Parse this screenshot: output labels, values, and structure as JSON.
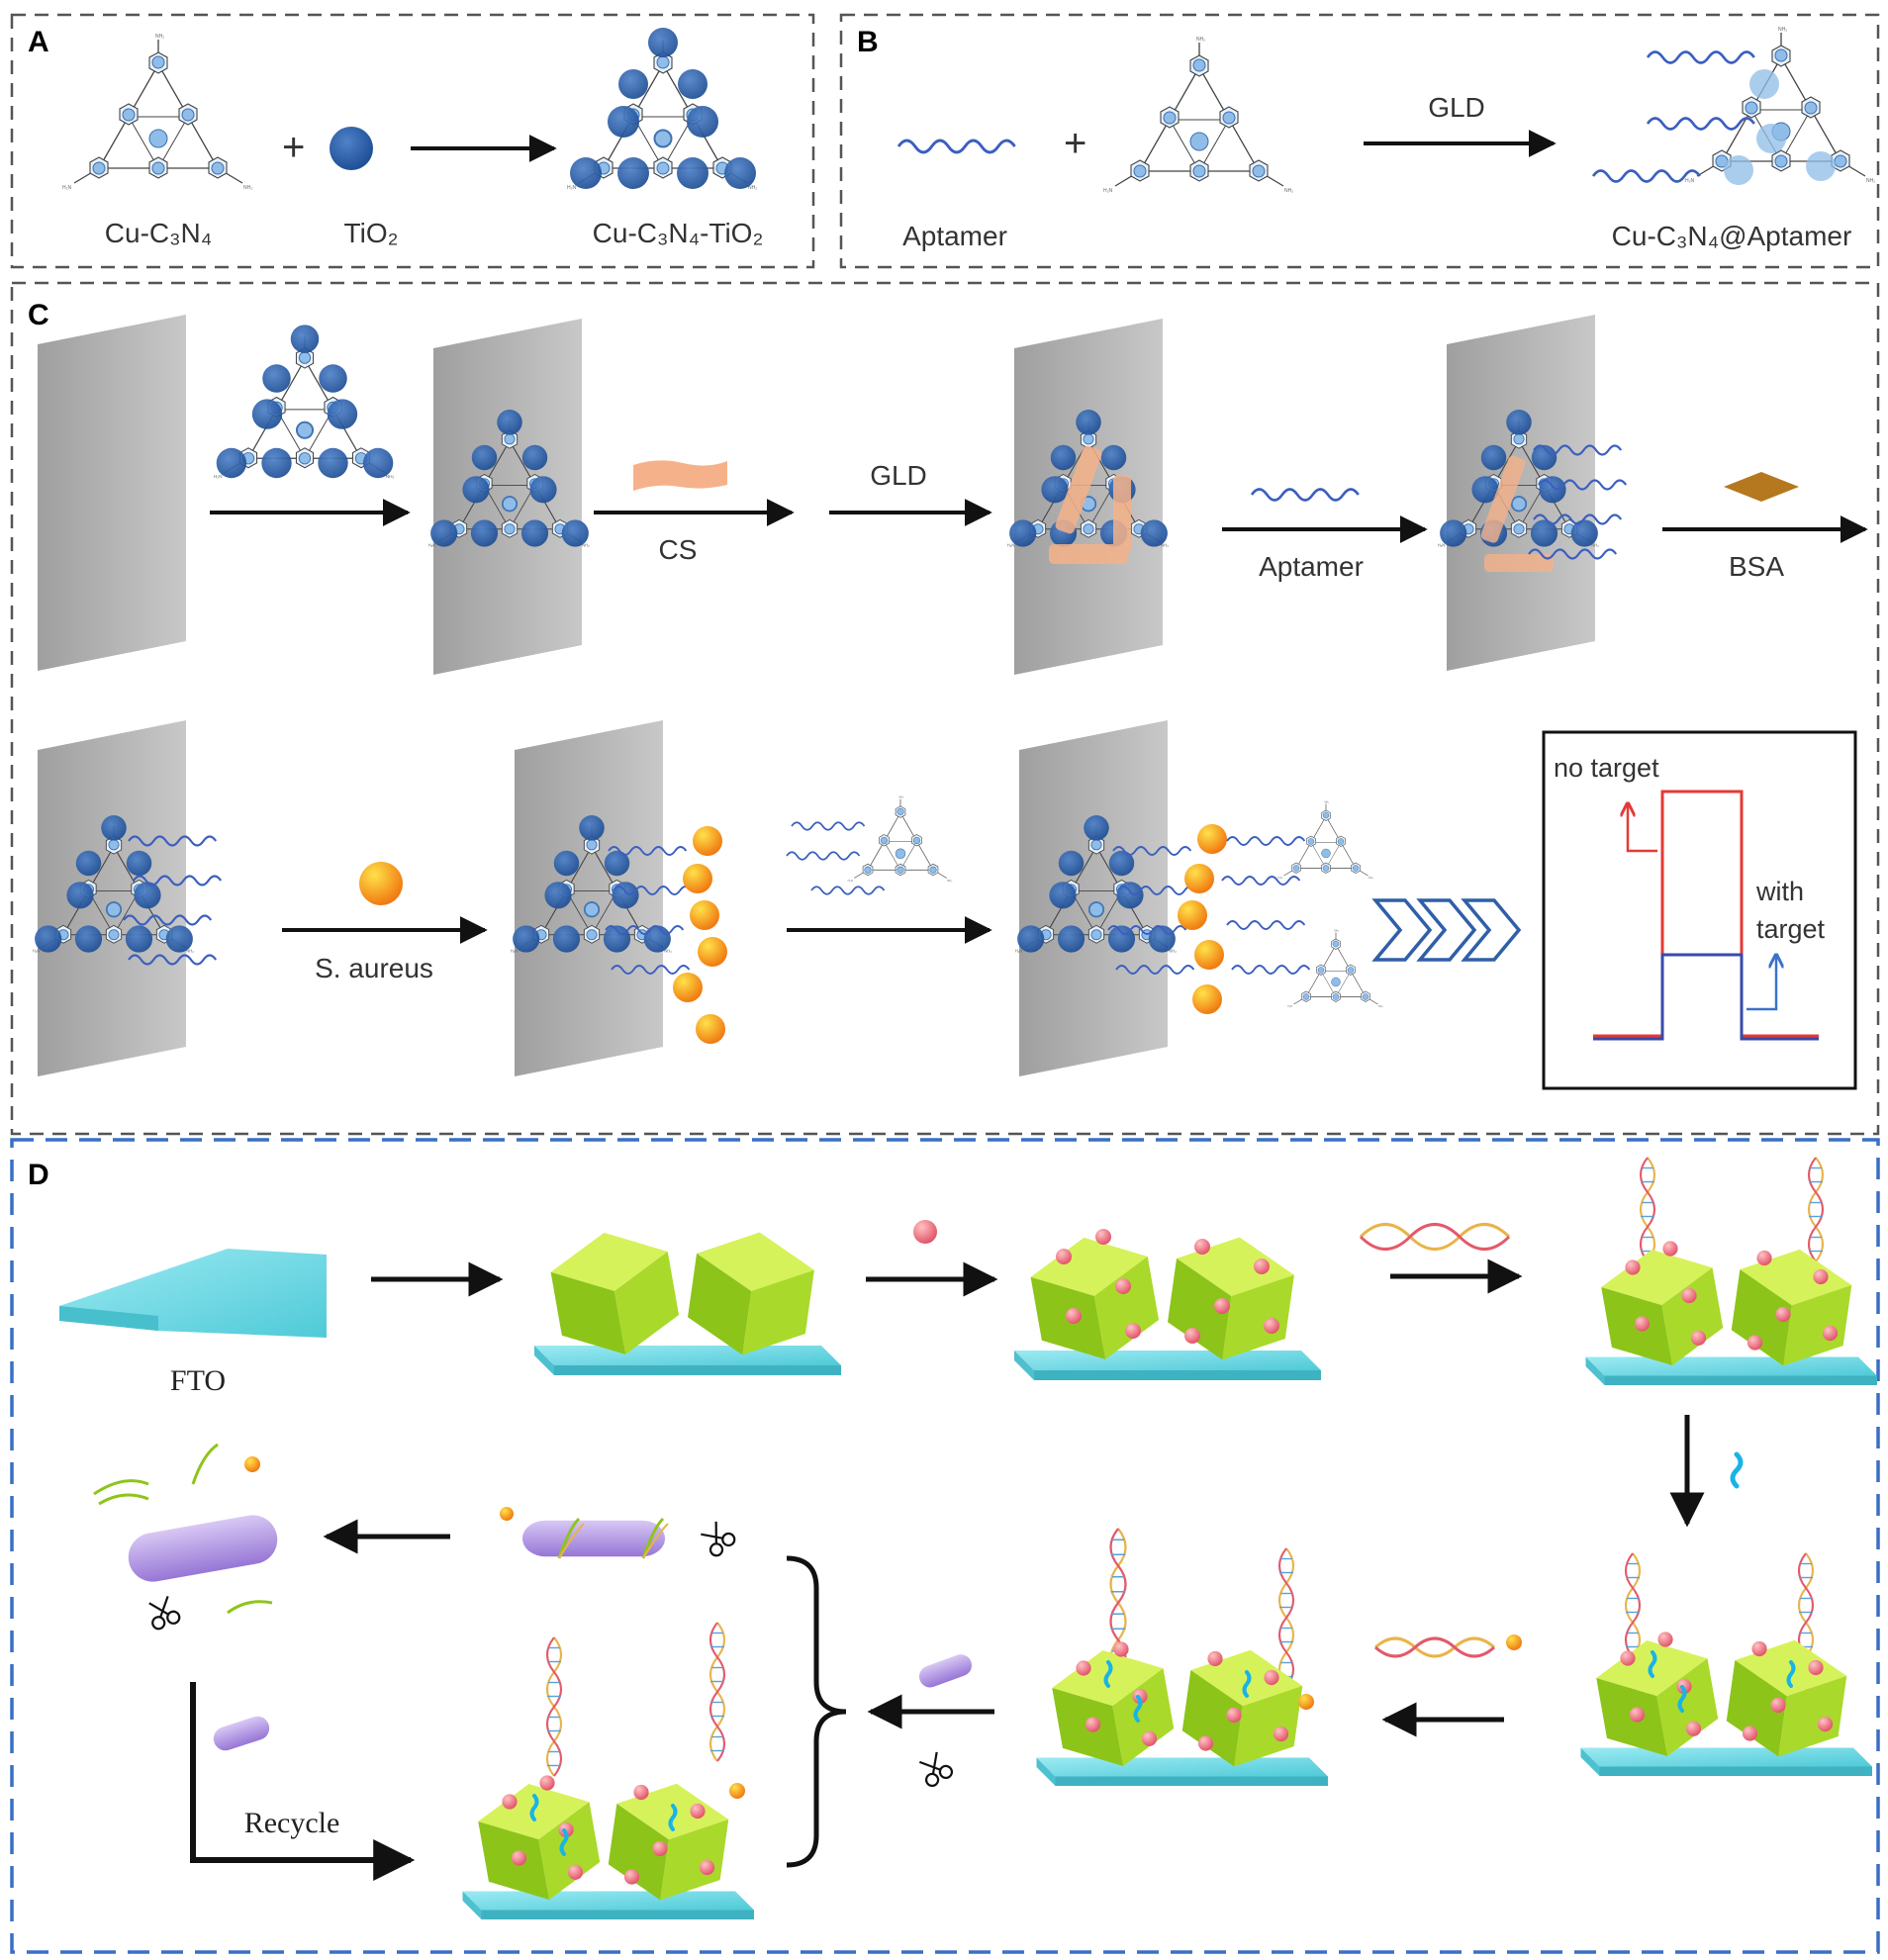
{
  "panels": {
    "a": {
      "letter": "A",
      "reactant_1": "Cu-C₃N₄",
      "reactant_2": "TiO₂",
      "product": "Cu-C₃N₄-TiO₂"
    },
    "b": {
      "letter": "B",
      "reactant_1": "Aptamer",
      "arrow_label": "GLD",
      "product": "Cu-C₃N₄@Aptamer"
    },
    "c": {
      "letter": "C",
      "step_cs": "CS",
      "step_gld": "GLD",
      "step_aptamer": "Aptamer",
      "step_bsa": "BSA",
      "step_target": "S. aureus",
      "signal": {
        "no_target": "no target",
        "with_line1": "with",
        "with_line2": "target"
      }
    },
    "d": {
      "letter": "D",
      "substrate": "FTO",
      "recycle": "Recycle"
    }
  },
  "colors": {
    "blue_np": "#2f5fa8",
    "light_blue": "#8fbde8",
    "aptamer": "#3b5fbf",
    "cs_orange": "#f5b28a",
    "bsa_brown": "#b5781f",
    "electrode_gray": "#b9b9b9",
    "fto_cyan": "#73dbe6",
    "cube_green": "#8fc41b",
    "bacteria_purple": "#b79be0",
    "signal_red": "#e53935",
    "signal_blue": "#3949ab",
    "panel_d_border": "#3a6fc4"
  }
}
